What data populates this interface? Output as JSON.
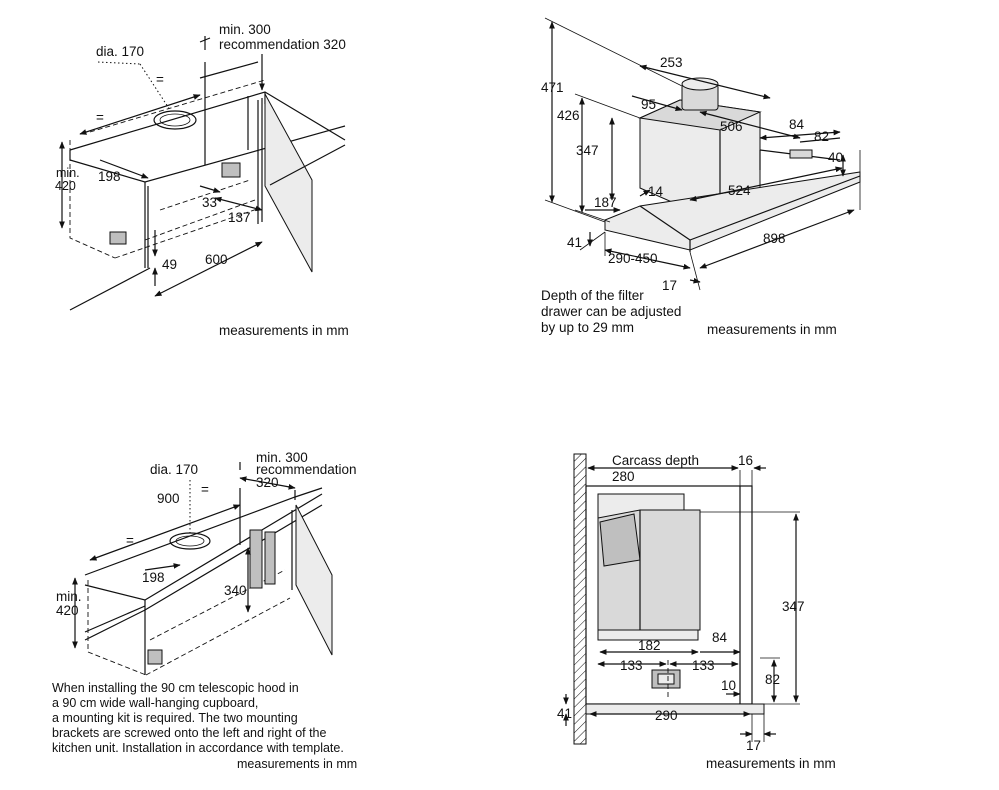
{
  "panel1": {
    "labels": {
      "dia": "dia. 170",
      "min300": "min. 300",
      "rec320": "recommendation 320",
      "eq1": "=",
      "eq2": "=",
      "min": "min.",
      "h420": "420",
      "d198": "198",
      "d33": "33",
      "d137": "137",
      "d49": "49",
      "d600": "600"
    },
    "caption": "measurements in mm"
  },
  "panel2": {
    "labels": {
      "d253": "253",
      "d471": "471",
      "d426": "426",
      "d95": "95",
      "d506": "506",
      "d84": "84",
      "d82": "82",
      "d347": "347",
      "d40": "40",
      "d14": "14",
      "d524": "524",
      "d187": "187",
      "d41": "41",
      "d898": "898",
      "d290450": "290-450",
      "d17": "17"
    },
    "note": [
      "Depth of the filter",
      "drawer can be adjusted",
      "by up to 29 mm"
    ],
    "caption": "measurements in mm"
  },
  "panel3": {
    "labels": {
      "min300": "min. 300",
      "rec": "recommendation",
      "rec320": "320",
      "dia": "dia. 170",
      "d900": "900",
      "eq1": "=",
      "eq2": "=",
      "d198": "198",
      "d340": "340",
      "min": "min.",
      "h420": "420"
    },
    "note": [
      "When installing the 90 cm telescopic hood in",
      "a 90 cm wide wall-hanging cupboard,",
      "a mounting kit is required. The two mounting",
      "brackets are screwed onto the left and right of the",
      "kitchen unit. Installation in accordance with template."
    ],
    "caption": "measurements in mm"
  },
  "panel4": {
    "labels": {
      "carcass": "Carcass depth",
      "d280": "280",
      "d16": "16",
      "d347": "347",
      "d182": "182",
      "d84": "84",
      "d133a": "133",
      "d133b": "133",
      "d82": "82",
      "d10": "10",
      "d41": "41",
      "d290": "290",
      "d17": "17"
    },
    "caption": "measurements in mm"
  }
}
